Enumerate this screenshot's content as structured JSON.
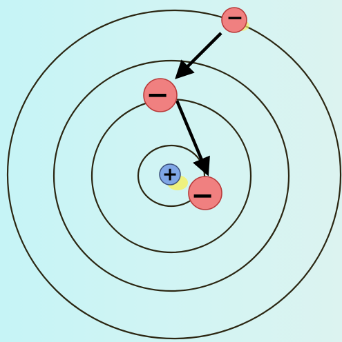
{
  "diagram": {
    "nucleus": {
      "symbol": "+",
      "fill": "#7fa6e6",
      "stroke": "#3a4f7a",
      "glow": "#f3f06a"
    },
    "electrons": [
      {
        "symbol": "−",
        "label": "electron-outer"
      },
      {
        "symbol": "−",
        "label": "electron-middle"
      },
      {
        "symbol": "−",
        "label": "electron-inner"
      }
    ],
    "colors": {
      "orbit": "#2b2612",
      "electron_fill": "#f08080",
      "electron_stroke": "#b83a3a",
      "arrow": "#000000"
    }
  }
}
